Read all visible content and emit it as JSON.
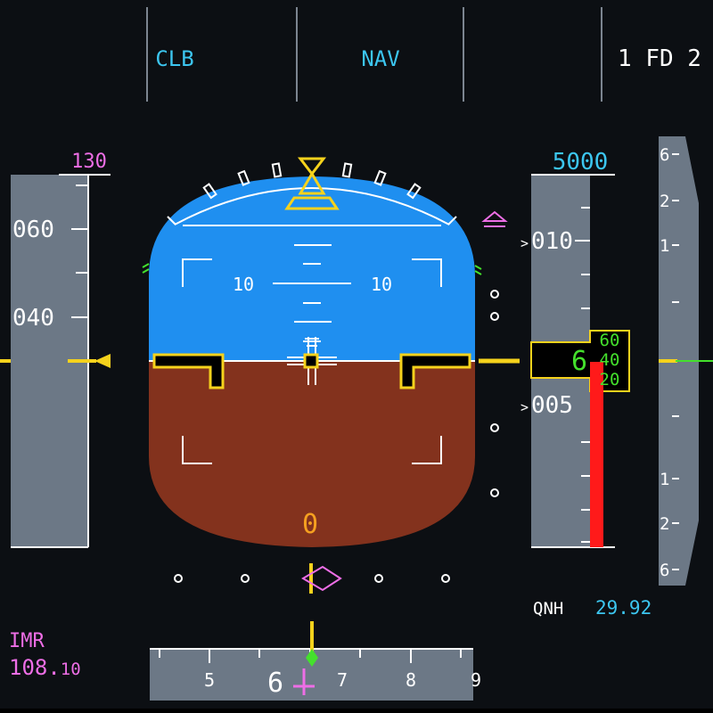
{
  "fma": {
    "col1": "",
    "col2": "CLB",
    "col3": "NAV",
    "col4": "",
    "col5": "1 FD 2"
  },
  "speed": {
    "target": "130",
    "tape_labels": [
      "060",
      "040"
    ]
  },
  "attitude": {
    "pitch_labels": [
      "10",
      "10"
    ],
    "radio_altitude": "0"
  },
  "altitude": {
    "selected": "5000",
    "tape_labels": [
      "010",
      "005"
    ],
    "readout_hundreds": "6",
    "readout_drum": [
      "60",
      "40",
      "20"
    ],
    "baro_label": "QNH",
    "baro_value": "29.92"
  },
  "vsi": {
    "labels_up": [
      "6",
      "2",
      "1"
    ],
    "labels_down": [
      "1",
      "2",
      "6"
    ]
  },
  "nav": {
    "ident": "IMR",
    "freq_major": "108.",
    "freq_minor": "10"
  },
  "heading": {
    "labels": [
      "5",
      "6",
      "7",
      "8"
    ]
  },
  "colors": {
    "sky": "#1f8ff0",
    "ground": "#83321d",
    "cyan": "#3cc6f0",
    "magenta": "#ee6ee6",
    "green": "#44e02c",
    "amber": "#f5a020",
    "yellow": "#f5d21c",
    "red": "#ff1a1a",
    "tape_gray": "#6c7886"
  }
}
